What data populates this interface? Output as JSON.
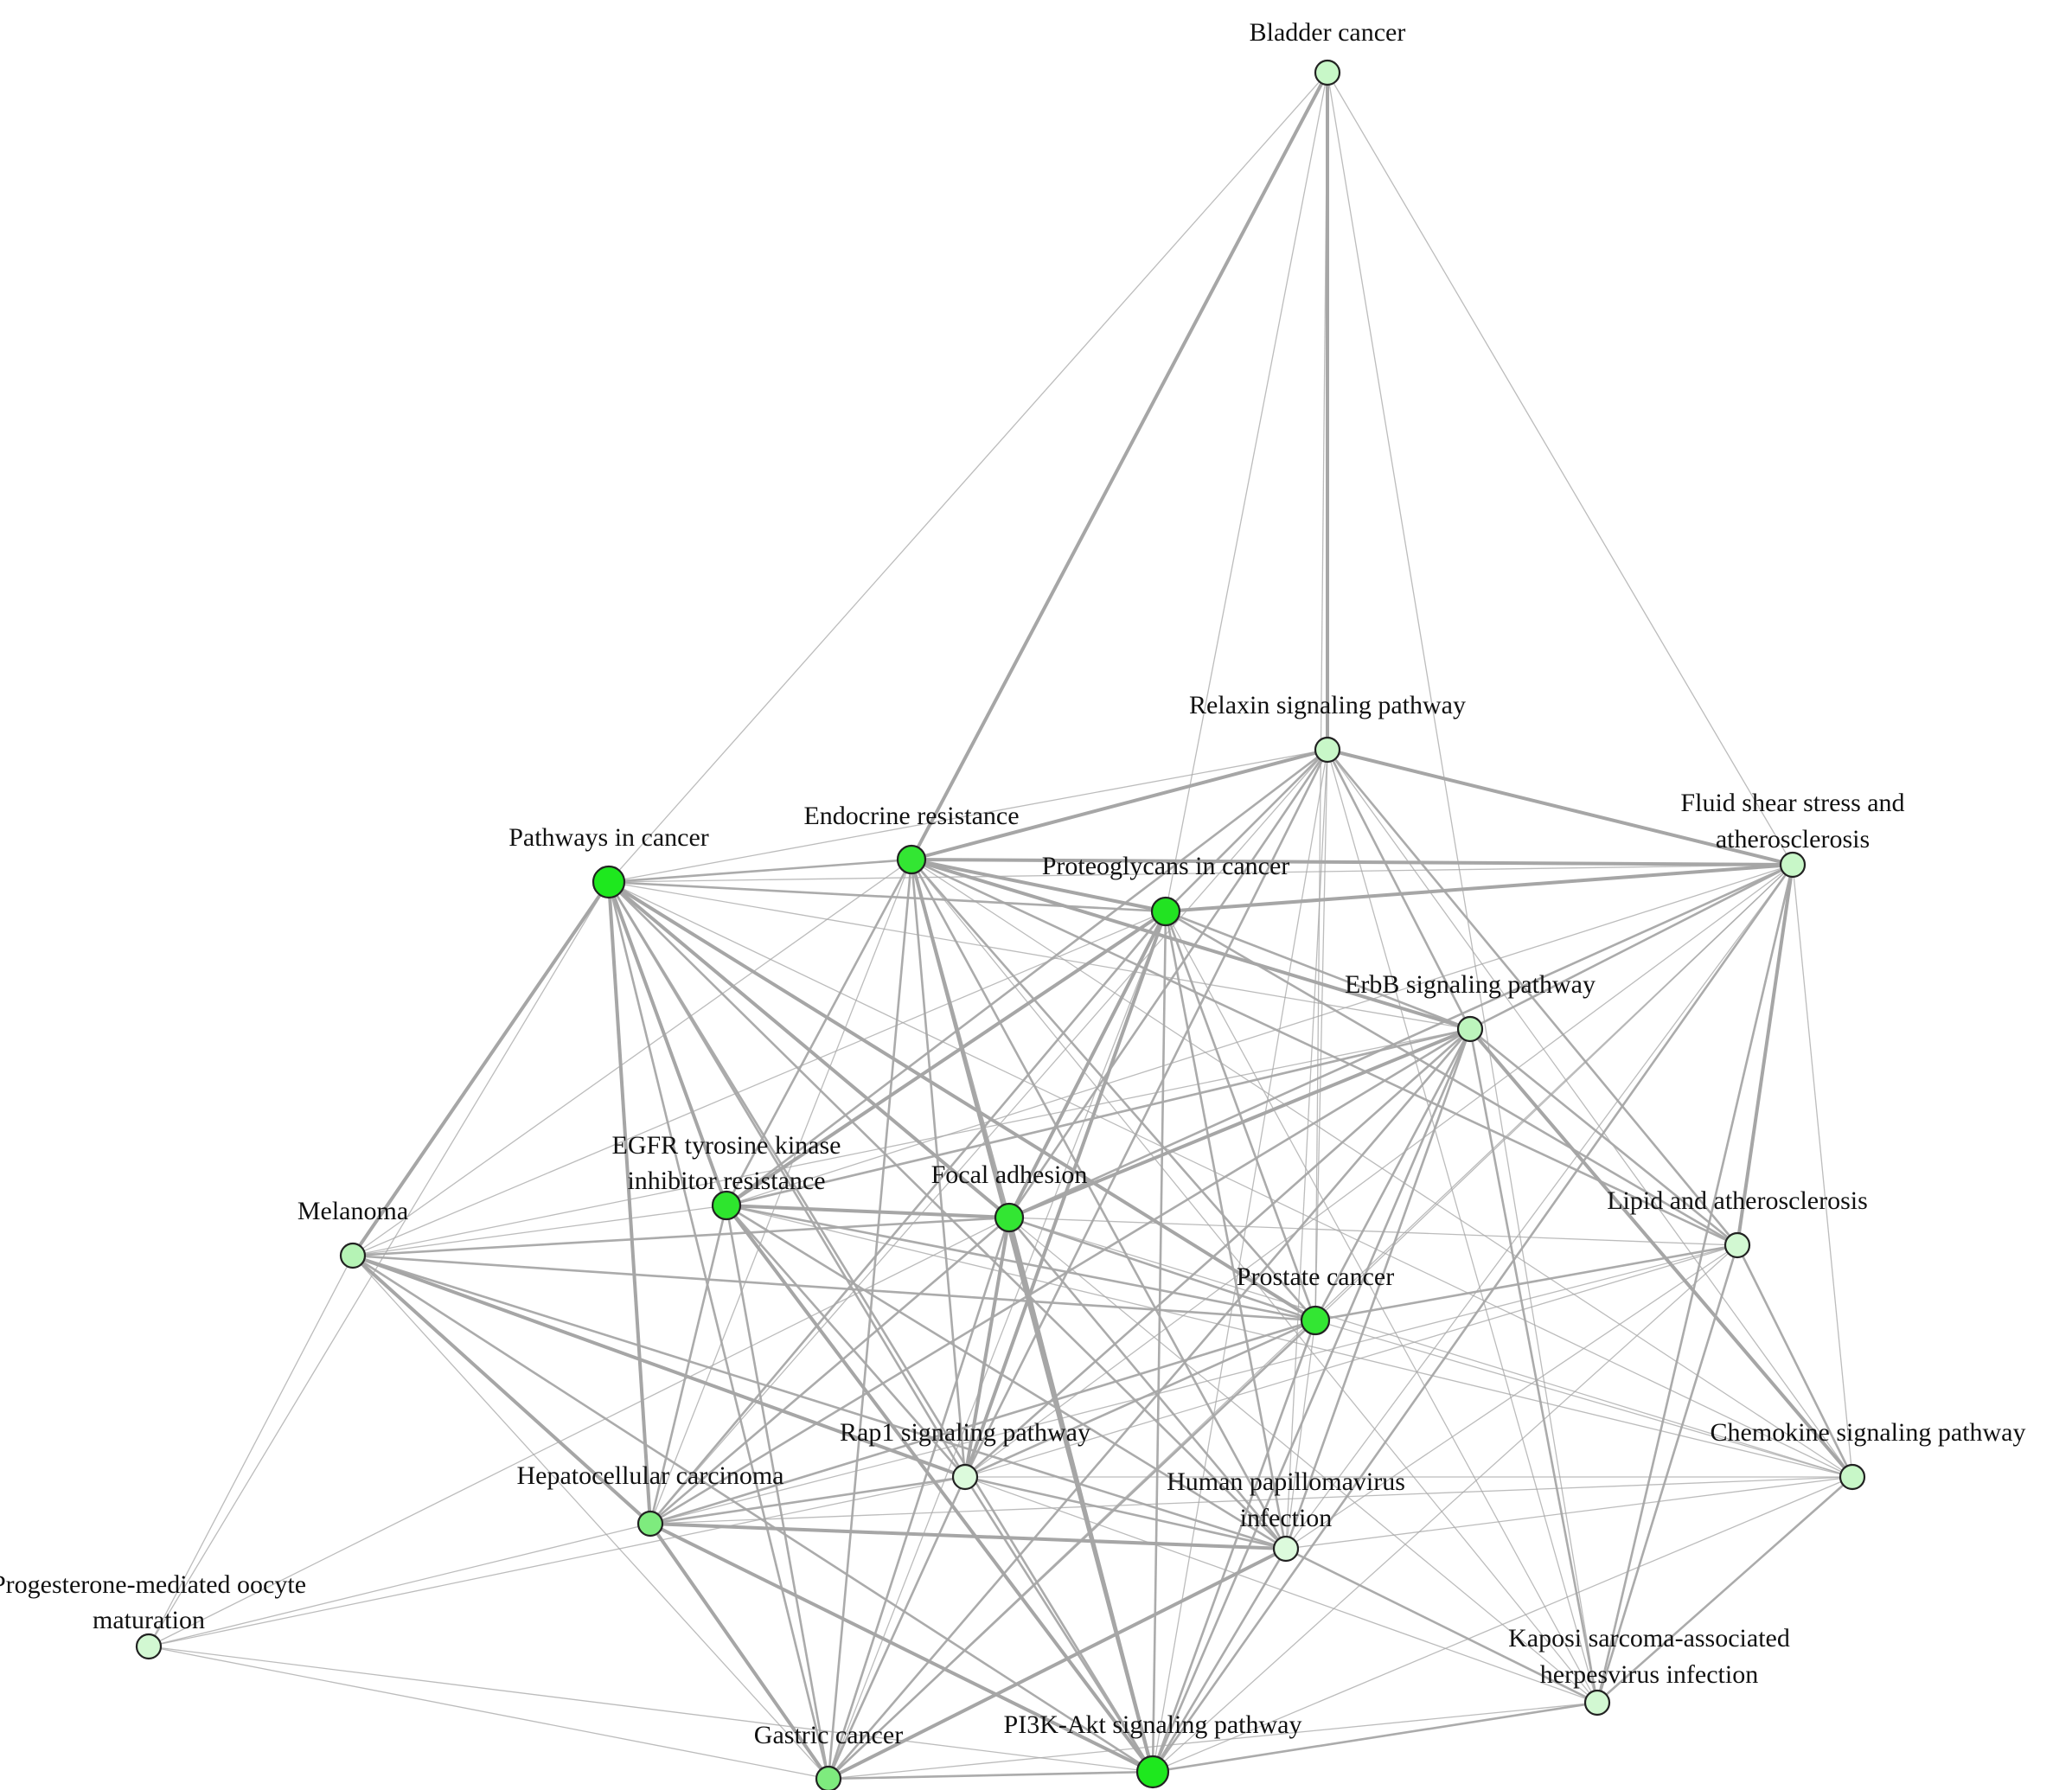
{
  "network": {
    "nodes": [
      {
        "id": "bladder",
        "label_lines": [
          "Bladder cancer"
        ],
        "color": "#c8f7c8",
        "size": "small"
      },
      {
        "id": "relaxin",
        "label_lines": [
          "Relaxin signaling pathway"
        ],
        "color": "#c8f7c8",
        "size": "small"
      },
      {
        "id": "fluid",
        "label_lines": [
          "Fluid shear stress and",
          "atherosclerosis"
        ],
        "color": "#c8f7c8",
        "size": "small"
      },
      {
        "id": "pathways",
        "label_lines": [
          "Pathways in cancer"
        ],
        "color": "#1ee81e",
        "size": "large"
      },
      {
        "id": "endocrine",
        "label_lines": [
          "Endocrine resistance"
        ],
        "color": "#33e633",
        "size": "medium"
      },
      {
        "id": "proteoglycans",
        "label_lines": [
          "Proteoglycans in cancer"
        ],
        "color": "#22e322",
        "size": "medium"
      },
      {
        "id": "erbb",
        "label_lines": [
          "ErbB signaling pathway"
        ],
        "color": "#bdf5bd",
        "size": "small"
      },
      {
        "id": "egfr",
        "label_lines": [
          "EGFR tyrosine kinase",
          "inhibitor resistance"
        ],
        "color": "#2ee52e",
        "size": "medium"
      },
      {
        "id": "focal",
        "label_lines": [
          "Focal adhesion"
        ],
        "color": "#33e633",
        "size": "medium"
      },
      {
        "id": "melanoma",
        "label_lines": [
          "Melanoma"
        ],
        "color": "#b5f3b5",
        "size": "small"
      },
      {
        "id": "lipid",
        "label_lines": [
          "Lipid and atherosclerosis"
        ],
        "color": "#d2f8d2",
        "size": "small"
      },
      {
        "id": "prostate",
        "label_lines": [
          "Prostate cancer"
        ],
        "color": "#33e633",
        "size": "medium"
      },
      {
        "id": "rap1",
        "label_lines": [
          "Rap1 signaling pathway"
        ],
        "color": "#dcfadc",
        "size": "small"
      },
      {
        "id": "chemokine",
        "label_lines": [
          "Chemokine signaling pathway"
        ],
        "color": "#c8f7c8",
        "size": "small"
      },
      {
        "id": "hepatocellular",
        "label_lines": [
          "Hepatocellular carcinoma"
        ],
        "color": "#7eeb7e",
        "size": "small"
      },
      {
        "id": "hpv",
        "label_lines": [
          "Human papillomavirus",
          "infection"
        ],
        "color": "#dcfadc",
        "size": "small"
      },
      {
        "id": "progesterone",
        "label_lines": [
          "Progesterone-mediated oocyte",
          "maturation"
        ],
        "color": "#d2f8d2",
        "size": "small"
      },
      {
        "id": "kaposi",
        "label_lines": [
          "Kaposi sarcoma-associated",
          "herpesvirus infection"
        ],
        "color": "#d2f8d2",
        "size": "small"
      },
      {
        "id": "gastric",
        "label_lines": [
          "Gastric cancer"
        ],
        "color": "#7eeb7e",
        "size": "small"
      },
      {
        "id": "pi3k",
        "label_lines": [
          "PI3K-Akt signaling pathway"
        ],
        "color": "#1ee81e",
        "size": "large"
      }
    ],
    "edges": [
      [
        "bladder",
        "relaxin",
        3
      ],
      [
        "bladder",
        "endocrine",
        3
      ],
      [
        "bladder",
        "pathways",
        1
      ],
      [
        "bladder",
        "fluid",
        1
      ],
      [
        "bladder",
        "proteoglycans",
        1
      ],
      [
        "bladder",
        "prostate",
        1
      ],
      [
        "bladder",
        "kaposi",
        1
      ],
      [
        "relaxin",
        "endocrine",
        3
      ],
      [
        "relaxin",
        "fluid",
        3
      ],
      [
        "relaxin",
        "pathways",
        1
      ],
      [
        "relaxin",
        "proteoglycans",
        2
      ],
      [
        "relaxin",
        "erbb",
        2
      ],
      [
        "relaxin",
        "egfr",
        2
      ],
      [
        "relaxin",
        "focal",
        2
      ],
      [
        "relaxin",
        "prostate",
        1
      ],
      [
        "relaxin",
        "lipid",
        2
      ],
      [
        "relaxin",
        "rap1",
        2
      ],
      [
        "relaxin",
        "hpv",
        1
      ],
      [
        "relaxin",
        "pi3k",
        1
      ],
      [
        "relaxin",
        "chemokine",
        1
      ],
      [
        "relaxin",
        "hepatocellular",
        1
      ],
      [
        "relaxin",
        "kaposi",
        1
      ],
      [
        "fluid",
        "endocrine",
        3
      ],
      [
        "fluid",
        "proteoglycans",
        3
      ],
      [
        "fluid",
        "erbb",
        2
      ],
      [
        "fluid",
        "focal",
        2
      ],
      [
        "fluid",
        "lipid",
        3
      ],
      [
        "fluid",
        "kaposi",
        2
      ],
      [
        "fluid",
        "pi3k",
        2
      ],
      [
        "fluid",
        "prostate",
        1
      ],
      [
        "fluid",
        "chemokine",
        1
      ],
      [
        "fluid",
        "rap1",
        1
      ],
      [
        "fluid",
        "hpv",
        1
      ],
      [
        "fluid",
        "egfr",
        1
      ],
      [
        "fluid",
        "pathways",
        1
      ],
      [
        "fluid",
        "gastric",
        1
      ],
      [
        "pathways",
        "endocrine",
        2
      ],
      [
        "pathways",
        "proteoglycans",
        2
      ],
      [
        "pathways",
        "melanoma",
        3
      ],
      [
        "pathways",
        "hepatocellular",
        3
      ],
      [
        "pathways",
        "egfr",
        3
      ],
      [
        "pathways",
        "focal",
        3
      ],
      [
        "pathways",
        "prostate",
        3
      ],
      [
        "pathways",
        "rap1",
        2
      ],
      [
        "pathways",
        "pi3k",
        2
      ],
      [
        "pathways",
        "gastric",
        2
      ],
      [
        "pathways",
        "hpv",
        2
      ],
      [
        "pathways",
        "erbb",
        1
      ],
      [
        "pathways",
        "progesterone",
        1
      ],
      [
        "pathways",
        "chemokine",
        1
      ],
      [
        "endocrine",
        "proteoglycans",
        3
      ],
      [
        "endocrine",
        "erbb",
        3
      ],
      [
        "endocrine",
        "egfr",
        2
      ],
      [
        "endocrine",
        "focal",
        2
      ],
      [
        "endocrine",
        "prostate",
        2
      ],
      [
        "endocrine",
        "pi3k",
        3
      ],
      [
        "endocrine",
        "hpv",
        2
      ],
      [
        "endocrine",
        "lipid",
        2
      ],
      [
        "endocrine",
        "rap1",
        2
      ],
      [
        "endocrine",
        "melanoma",
        1
      ],
      [
        "endocrine",
        "hepatocellular",
        1
      ],
      [
        "endocrine",
        "gastric",
        2
      ],
      [
        "endocrine",
        "kaposi",
        1
      ],
      [
        "endocrine",
        "chemokine",
        1
      ],
      [
        "proteoglycans",
        "erbb",
        2
      ],
      [
        "proteoglycans",
        "egfr",
        3
      ],
      [
        "proteoglycans",
        "focal",
        3
      ],
      [
        "proteoglycans",
        "prostate",
        2
      ],
      [
        "proteoglycans",
        "pi3k",
        2
      ],
      [
        "proteoglycans",
        "rap1",
        3
      ],
      [
        "proteoglycans",
        "hepatocellular",
        2
      ],
      [
        "proteoglycans",
        "melanoma",
        1
      ],
      [
        "proteoglycans",
        "hpv",
        2
      ],
      [
        "proteoglycans",
        "lipid",
        2
      ],
      [
        "proteoglycans",
        "gastric",
        1
      ],
      [
        "proteoglycans",
        "kaposi",
        1
      ],
      [
        "erbb",
        "egfr",
        2
      ],
      [
        "erbb",
        "focal",
        3
      ],
      [
        "erbb",
        "prostate",
        2
      ],
      [
        "erbb",
        "lipid",
        2
      ],
      [
        "erbb",
        "chemokine",
        3
      ],
      [
        "erbb",
        "pi3k",
        2
      ],
      [
        "erbb",
        "rap1",
        2
      ],
      [
        "erbb",
        "hpv",
        2
      ],
      [
        "erbb",
        "hepatocellular",
        2
      ],
      [
        "erbb",
        "gastric",
        2
      ],
      [
        "erbb",
        "kaposi",
        2
      ],
      [
        "erbb",
        "melanoma",
        1
      ],
      [
        "egfr",
        "focal",
        3
      ],
      [
        "egfr",
        "prostate",
        2
      ],
      [
        "egfr",
        "pi3k",
        3
      ],
      [
        "egfr",
        "hepatocellular",
        2
      ],
      [
        "egfr",
        "rap1",
        2
      ],
      [
        "egfr",
        "gastric",
        2
      ],
      [
        "egfr",
        "hpv",
        2
      ],
      [
        "egfr",
        "melanoma",
        1
      ],
      [
        "egfr",
        "chemokine",
        1
      ],
      [
        "focal",
        "prostate",
        2
      ],
      [
        "focal",
        "pi3k",
        3
      ],
      [
        "focal",
        "rap1",
        3
      ],
      [
        "focal",
        "hpv",
        2
      ],
      [
        "focal",
        "gastric",
        2
      ],
      [
        "focal",
        "hepatocellular",
        2
      ],
      [
        "focal",
        "melanoma",
        2
      ],
      [
        "focal",
        "lipid",
        1
      ],
      [
        "focal",
        "chemokine",
        1
      ],
      [
        "focal",
        "kaposi",
        1
      ],
      [
        "melanoma",
        "hepatocellular",
        3
      ],
      [
        "melanoma",
        "rap1",
        3
      ],
      [
        "melanoma",
        "pi3k",
        2
      ],
      [
        "melanoma",
        "prostate",
        2
      ],
      [
        "melanoma",
        "hpv",
        2
      ],
      [
        "melanoma",
        "gastric",
        1
      ],
      [
        "melanoma",
        "progesterone",
        1
      ],
      [
        "lipid",
        "prostate",
        2
      ],
      [
        "lipid",
        "chemokine",
        2
      ],
      [
        "lipid",
        "kaposi",
        2
      ],
      [
        "lipid",
        "rap1",
        1
      ],
      [
        "lipid",
        "hpv",
        1
      ],
      [
        "lipid",
        "hepatocellular",
        1
      ],
      [
        "lipid",
        "pi3k",
        1
      ],
      [
        "prostate",
        "rap1",
        2
      ],
      [
        "prostate",
        "pi3k",
        2
      ],
      [
        "prostate",
        "hepatocellular",
        2
      ],
      [
        "prostate",
        "gastric",
        2
      ],
      [
        "prostate",
        "chemokine",
        1
      ],
      [
        "prostate",
        "hpv",
        1
      ],
      [
        "rap1",
        "pi3k",
        2
      ],
      [
        "rap1",
        "hpv",
        2
      ],
      [
        "rap1",
        "hepatocellular",
        2
      ],
      [
        "rap1",
        "gastric",
        2
      ],
      [
        "rap1",
        "chemokine",
        1
      ],
      [
        "rap1",
        "kaposi",
        1
      ],
      [
        "chemokine",
        "kaposi",
        2
      ],
      [
        "chemokine",
        "hpv",
        1
      ],
      [
        "chemokine",
        "pi3k",
        1
      ],
      [
        "chemokine",
        "hepatocellular",
        1
      ],
      [
        "hepatocellular",
        "hpv",
        3
      ],
      [
        "hepatocellular",
        "pi3k",
        3
      ],
      [
        "hepatocellular",
        "gastric",
        3
      ],
      [
        "hepatocellular",
        "progesterone",
        1
      ],
      [
        "hpv",
        "pi3k",
        2
      ],
      [
        "hpv",
        "gastric",
        3
      ],
      [
        "hpv",
        "kaposi",
        2
      ],
      [
        "progesterone",
        "gastric",
        1
      ],
      [
        "progesterone",
        "pi3k",
        1
      ],
      [
        "progesterone",
        "rap1",
        1
      ],
      [
        "progesterone",
        "focal",
        1
      ],
      [
        "kaposi",
        "pi3k",
        2
      ],
      [
        "kaposi",
        "gastric",
        1
      ],
      [
        "gastric",
        "pi3k",
        2
      ]
    ]
  }
}
